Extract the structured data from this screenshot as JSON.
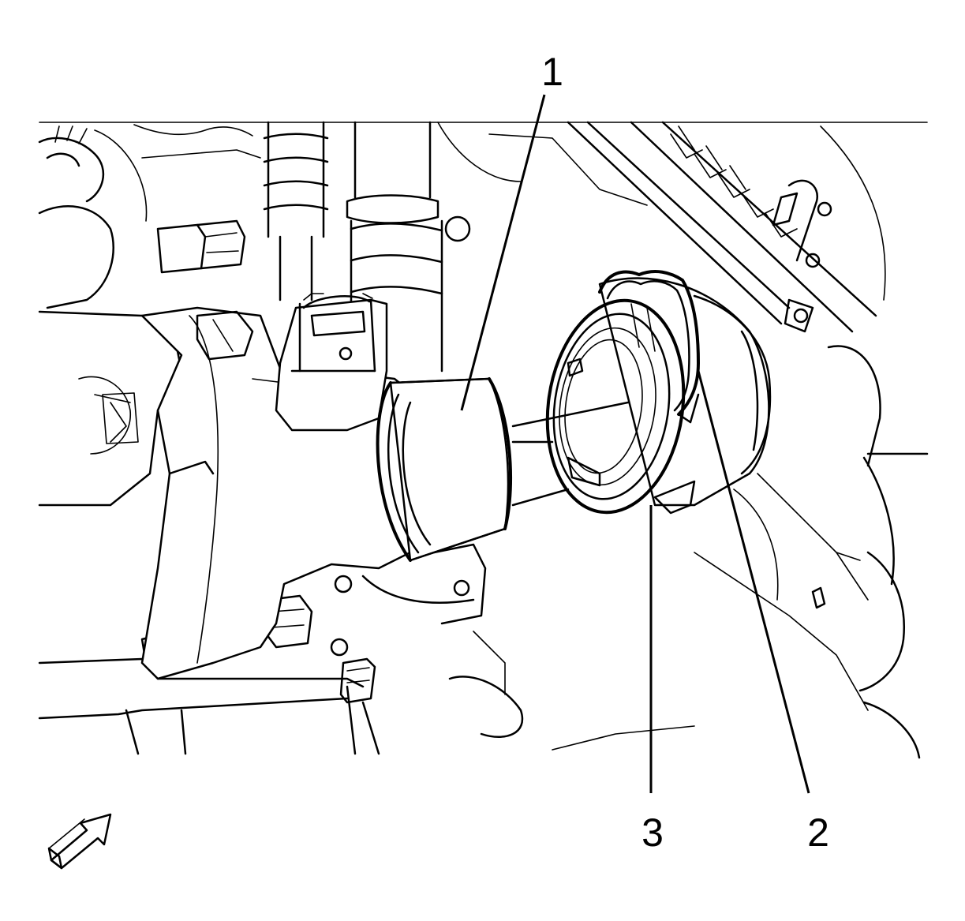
{
  "figure": {
    "callouts": [
      {
        "id": "1",
        "label": "1"
      },
      {
        "id": "2",
        "label": "2"
      },
      {
        "id": "3",
        "label": "3"
      }
    ],
    "orientation_indicator": "arrow-icon",
    "colors": {
      "ink": "#000000",
      "background": "#ffffff"
    }
  }
}
